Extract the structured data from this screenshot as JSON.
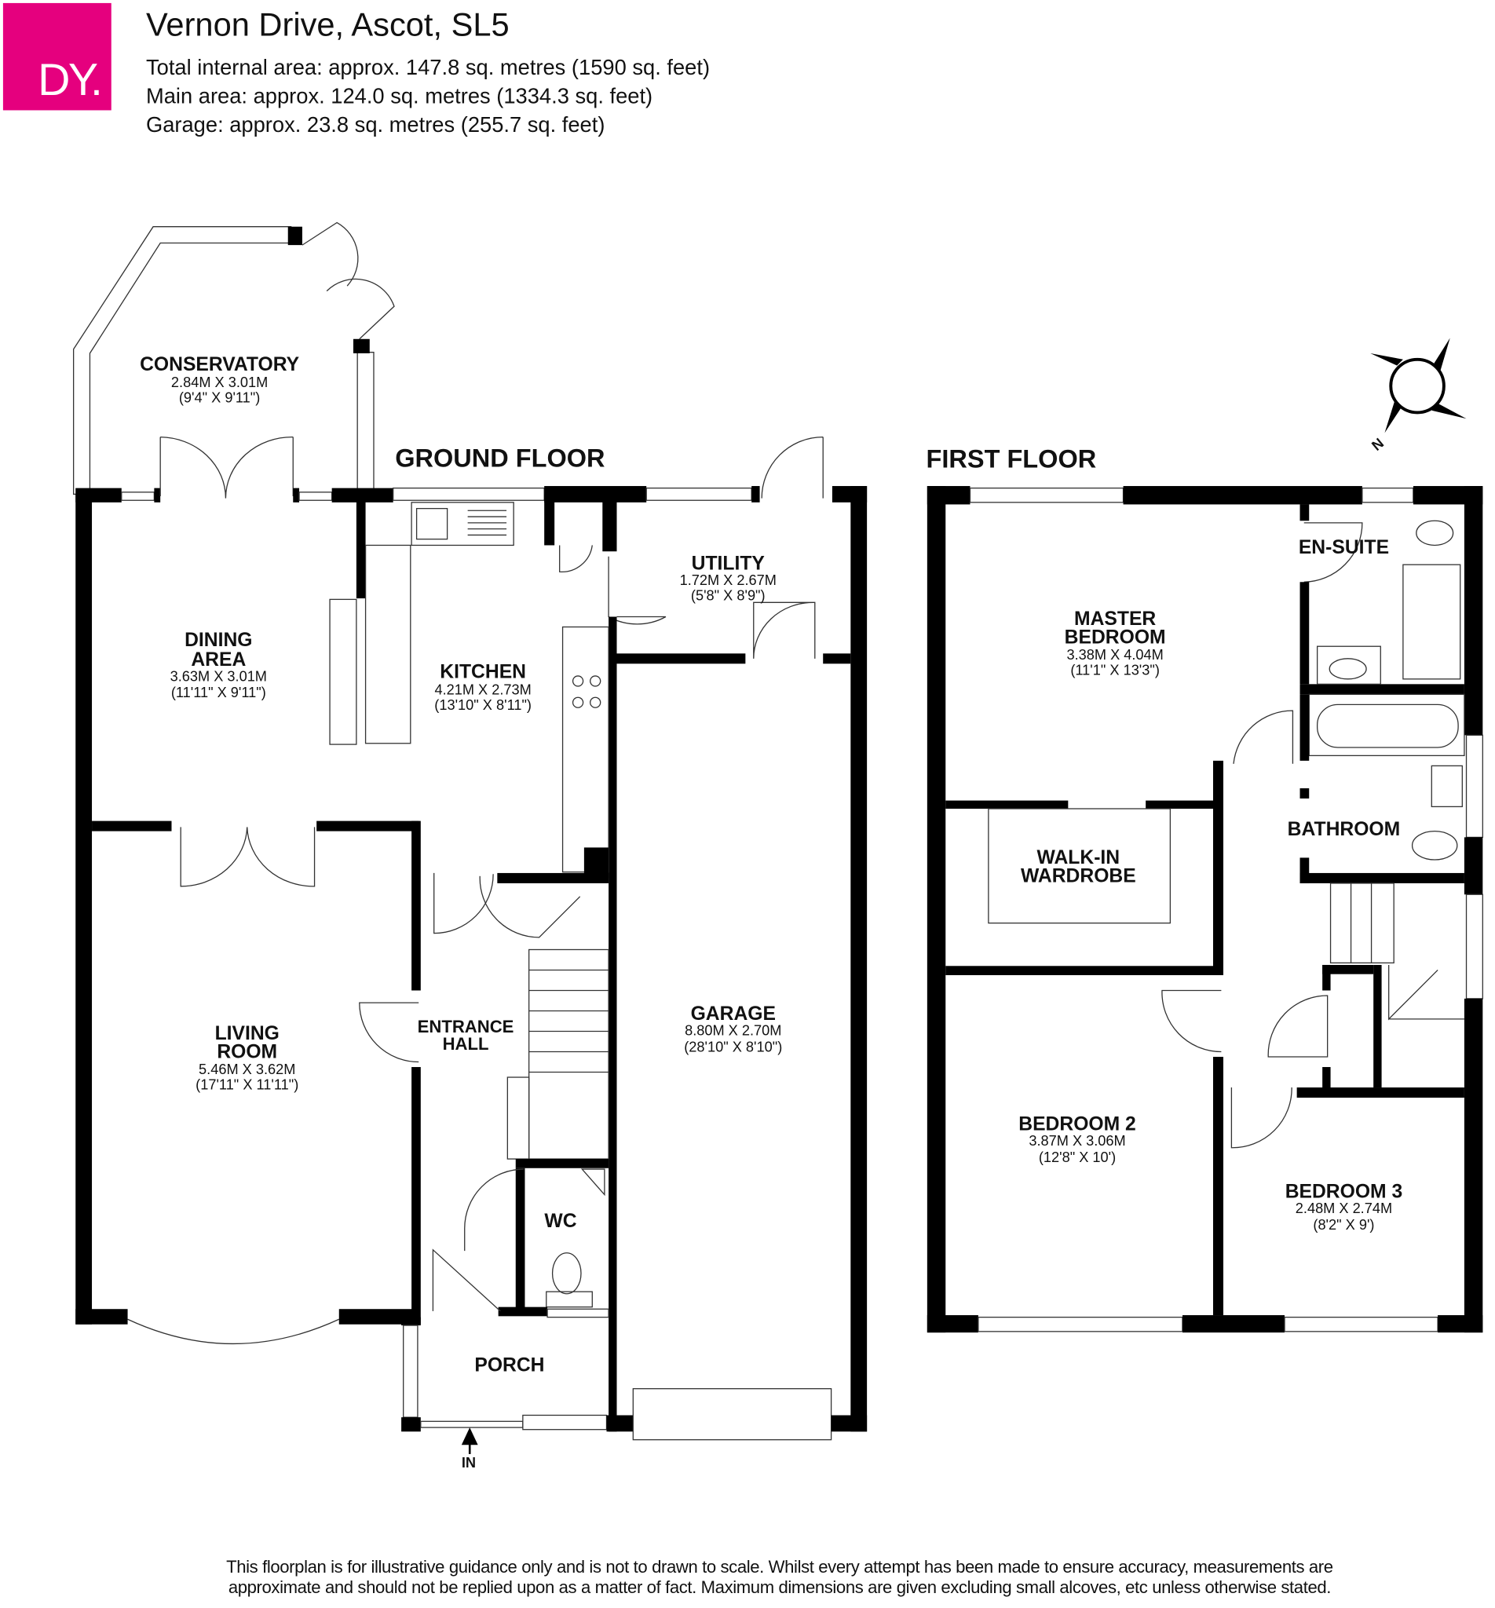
{
  "logo": {
    "text": "DY.",
    "color": "#E5007E"
  },
  "header": {
    "title": "Vernon Drive, Ascot, SL5",
    "total_area": "Total internal area: approx. 147.8 sq. metres (1590 sq. feet)",
    "main_area": "Main area: approx. 124.0 sq. metres (1334.3 sq. feet)",
    "garage_area": "Garage: approx. 23.8 sq. metres (255.7 sq. feet)"
  },
  "ground_floor": {
    "title": "GROUND FLOOR",
    "rooms": {
      "conservatory": {
        "name": "CONSERVATORY",
        "metric": "2.84M X 3.01M",
        "imperial": "(9'4\" X 9'11\")"
      },
      "dining": {
        "name1": "DINING",
        "name2": "AREA",
        "metric": "3.63M X 3.01M",
        "imperial": "(11'11\" X 9'11\")"
      },
      "kitchen": {
        "name": "KITCHEN",
        "metric": "4.21M X 2.73M",
        "imperial": "(13'10\" X 8'11\")"
      },
      "utility": {
        "name": "UTILITY",
        "metric": "1.72M X 2.67M",
        "imperial": "(5'8\" X 8'9\")"
      },
      "living": {
        "name1": "LIVING",
        "name2": "ROOM",
        "metric": "5.46M X 3.62M",
        "imperial": "(17'11\" X 11'11\")"
      },
      "hall": {
        "name1": "ENTRANCE",
        "name2": "HALL"
      },
      "garage": {
        "name": "GARAGE",
        "metric": "8.80M X 2.70M",
        "imperial": "(28'10\" X 8'10\")"
      },
      "wc": {
        "name": "WC"
      },
      "porch": {
        "name": "PORCH"
      }
    },
    "entrance": "IN"
  },
  "first_floor": {
    "title": "FIRST FLOOR",
    "rooms": {
      "ensuite": {
        "name": "EN-SUITE"
      },
      "master": {
        "name1": "MASTER",
        "name2": "BEDROOM",
        "metric": "3.38M X 4.04M",
        "imperial": "(11'1\" X 13'3\")"
      },
      "wardrobe": {
        "name1": "WALK-IN",
        "name2": "WARDROBE"
      },
      "bathroom": {
        "name": "BATHROOM"
      },
      "bedroom2": {
        "name": "BEDROOM 2",
        "metric": "3.87M X 3.06M",
        "imperial": "(12'8\" X 10')"
      },
      "bedroom3": {
        "name": "BEDROOM 3",
        "metric": "2.48M X 2.74M",
        "imperial": "(8'2\" X 9')"
      }
    }
  },
  "compass": {
    "label": "N"
  },
  "footer": {
    "line1": "This floorplan is for illustrative guidance only and is not to drawn to scale. Whilst every attempt has been made to ensure accuracy, measurements are",
    "line2": "approximate and should not be replied upon as a matter of fact. Maximum dimensions are given excluding small alcoves, etc unless otherwise stated."
  }
}
